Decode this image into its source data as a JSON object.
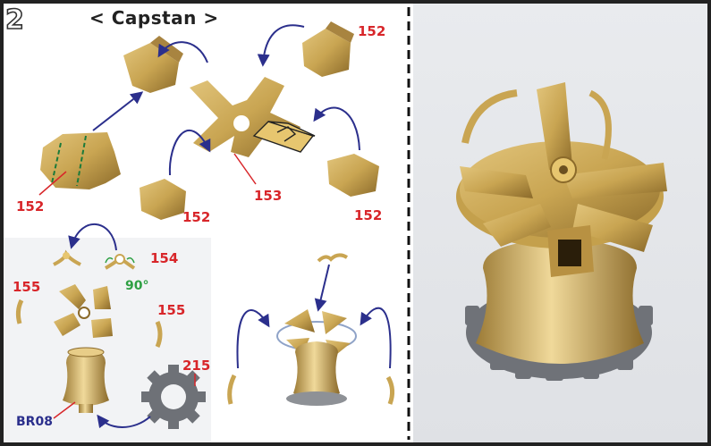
{
  "step": "2",
  "title": "< Capstan >",
  "labels": {
    "p152_a": "152",
    "p152_b": "152",
    "p152_c": "152",
    "p152_d": "152",
    "p153": "153",
    "p154": "154",
    "angle": "90°",
    "p155_a": "155",
    "p155_b": "155",
    "p215": "215",
    "br08": "BR08"
  },
  "colors": {
    "border": "#222222",
    "label_red": "#d8262a",
    "label_blue": "#2b2f8c",
    "label_green": "#2ea043",
    "arrow": "#2b2f8c",
    "brass": "#c9a552",
    "brass_dark": "#8b6a2a",
    "photo_bg": "#e4e6ea"
  }
}
